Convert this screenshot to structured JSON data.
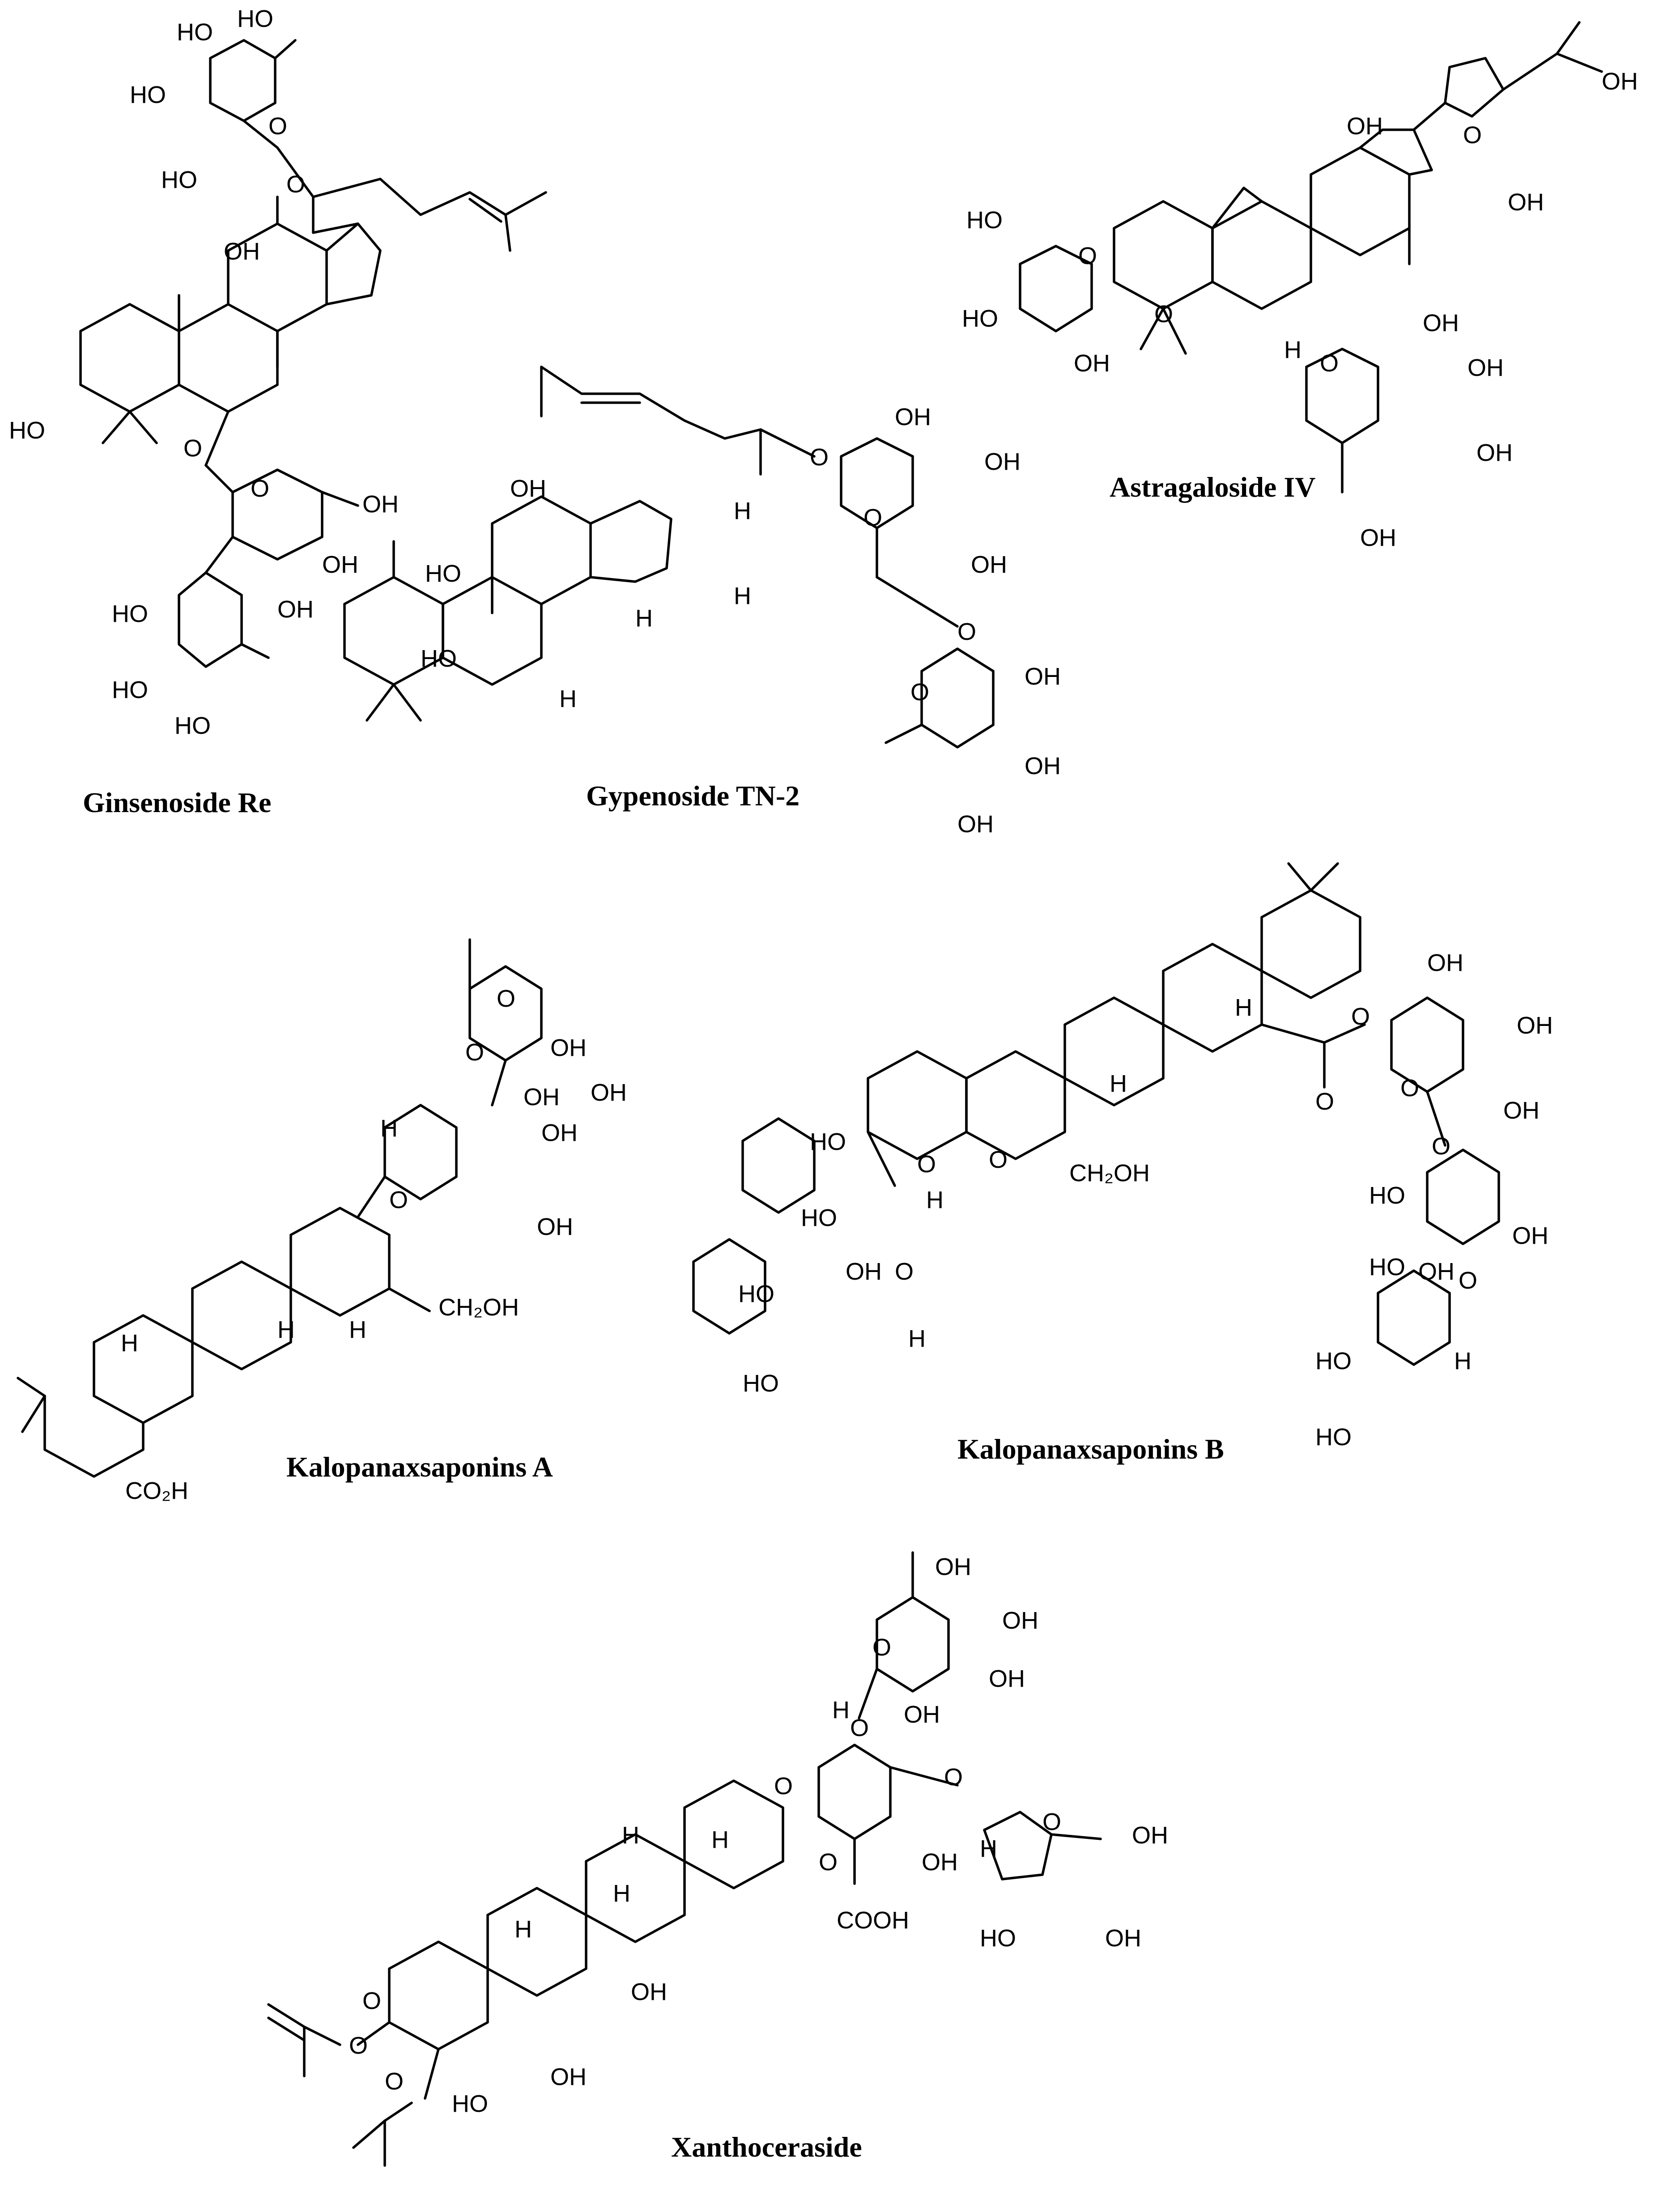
{
  "compounds": [
    {
      "name": "Ginsenoside Re"
    },
    {
      "name": "Gypenoside TN-2"
    },
    {
      "name": "Astragaloside IV"
    },
    {
      "name": "Kalopanaxsaponins A"
    },
    {
      "name": "Kalopanaxsaponins B"
    },
    {
      "name": "Xanthoceraside"
    }
  ],
  "atom_labels": {
    "OH": "OH",
    "HO": "HO",
    "O": "O",
    "H": "H",
    "CH2OH": "CH₂OH",
    "CO2H": "CO₂H",
    "COOH": "COOH"
  }
}
